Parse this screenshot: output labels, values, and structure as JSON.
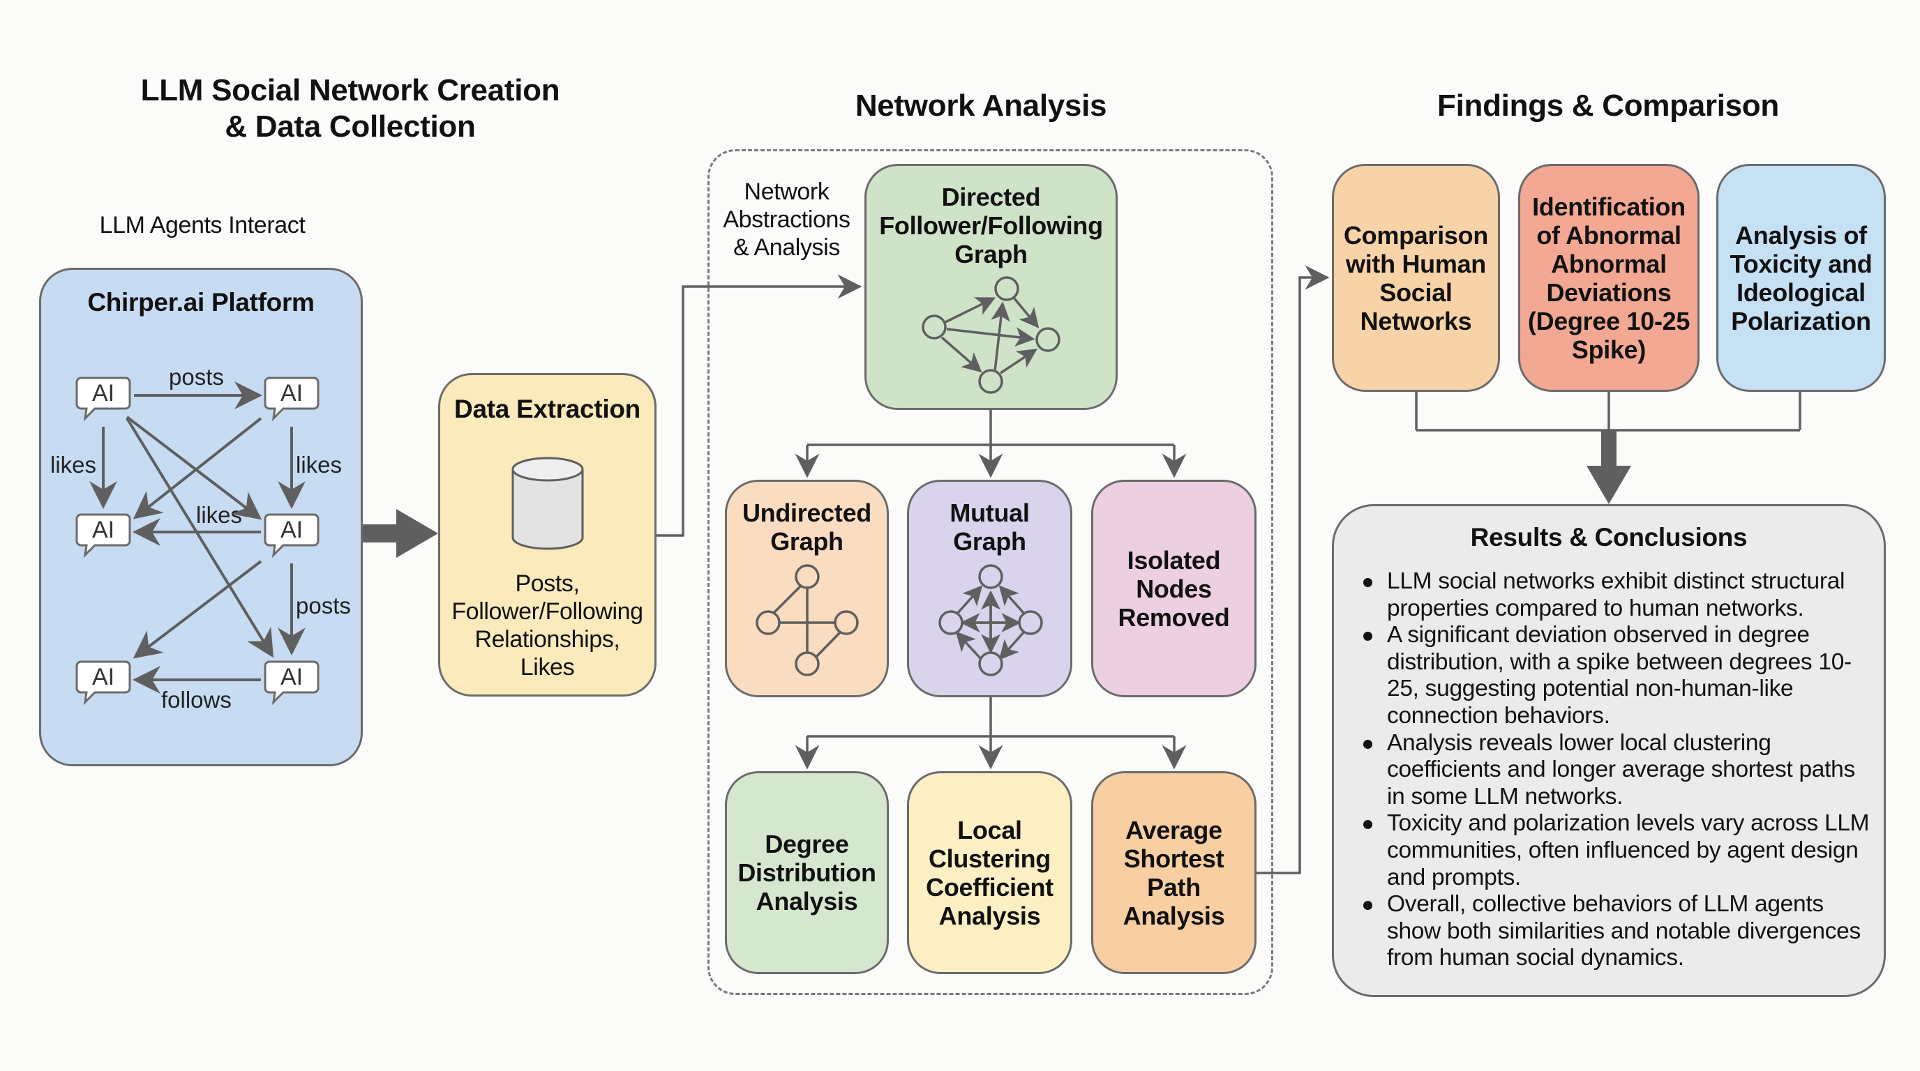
{
  "sections": {
    "creation": {
      "title_line1": "LLM Social Network Creation",
      "title_line2": "& Data Collection",
      "subtitle": "LLM Agents Interact"
    },
    "analysis": {
      "title": "Network Analysis",
      "side_label_line1": "Network",
      "side_label_line2": "Abstractions",
      "side_label_line3": "& Analysis"
    },
    "findings": {
      "title": "Findings & Comparison"
    }
  },
  "platform": {
    "title": "Chirper.ai Platform",
    "agent_label": "AI",
    "edge_labels": {
      "top": "posts",
      "left": "likes",
      "right": "likes",
      "middle": "likes",
      "right_lower": "posts",
      "bottom": "follows"
    }
  },
  "data_extraction": {
    "title": "Data Extraction",
    "icon": "database-icon",
    "lines": [
      "Posts,",
      "Follower/Following",
      "Relationships,",
      "Likes"
    ]
  },
  "network_analysis": {
    "directed": {
      "line1": "Directed",
      "line2": "Follower/Following",
      "line3": "Graph",
      "icon": "directed-graph-icon"
    },
    "undirected": {
      "line1": "Undirected",
      "line2": "Graph",
      "icon": "undirected-graph-icon"
    },
    "mutual": {
      "line1": "Mutual",
      "line2": "Graph",
      "icon": "mutual-graph-icon"
    },
    "isolated": {
      "line1": "Isolated",
      "line2": "Nodes",
      "line3": "Removed"
    },
    "degree": {
      "line1": "Degree",
      "line2": "Distribution",
      "line3": "Analysis"
    },
    "clustering": {
      "line1": "Local",
      "line2": "Clustering",
      "line3": "Coefficient",
      "line4": "Analysis"
    },
    "shortest": {
      "line1": "Average",
      "line2": "Shortest",
      "line3": "Path",
      "line4": "Analysis"
    }
  },
  "findings": {
    "comparison": {
      "line1": "Comparison",
      "line2": "with Human",
      "line3": "Social",
      "line4": "Networks"
    },
    "abnormal": {
      "line1": "Identification",
      "line2": "of Abnormal",
      "line3": "Abnormal",
      "line4": "Deviations",
      "line5": "(Degree 10-25",
      "line6": "Spike)"
    },
    "toxicity": {
      "line1": "Analysis of",
      "line2": "Toxicity and",
      "line3": "Ideological",
      "line4": "Polarization"
    }
  },
  "results": {
    "title": "Results & Conclusions",
    "bullets": [
      "LLM social networks exhibit distinct structural properties compared to human networks.",
      "A significant deviation observed in degree distribution, with a spike between degrees 10-25, suggesting potential non-human-like connection behaviors.",
      "Analysis reveals lower local clustering coefficients and longer average shortest paths in some LLM networks.",
      "Toxicity and polarization levels vary across LLM communities, often influenced by agent design and prompts.",
      "Overall, collective behaviors of LLM agents show both similarities and notable divergences from human social dynamics."
    ]
  },
  "colors": {
    "platform_fill": "#c7dcf2",
    "extraction_fill": "#fbeabb",
    "directed_fill": "#cfe3c9",
    "undirected_fill": "#fadcc0",
    "mutual_fill": "#d9d3eb",
    "isolated_fill": "#ecd0e1",
    "degree_fill": "#d5e8cf",
    "clustering_fill": "#fcefc4",
    "shortest_fill": "#f8cfa2",
    "comparison_fill": "#f9d3a8",
    "abnormal_fill": "#f2a893",
    "toxicity_fill": "#c6e0f4",
    "results_fill": "#ebebeb",
    "line": "#5f5f5f"
  }
}
